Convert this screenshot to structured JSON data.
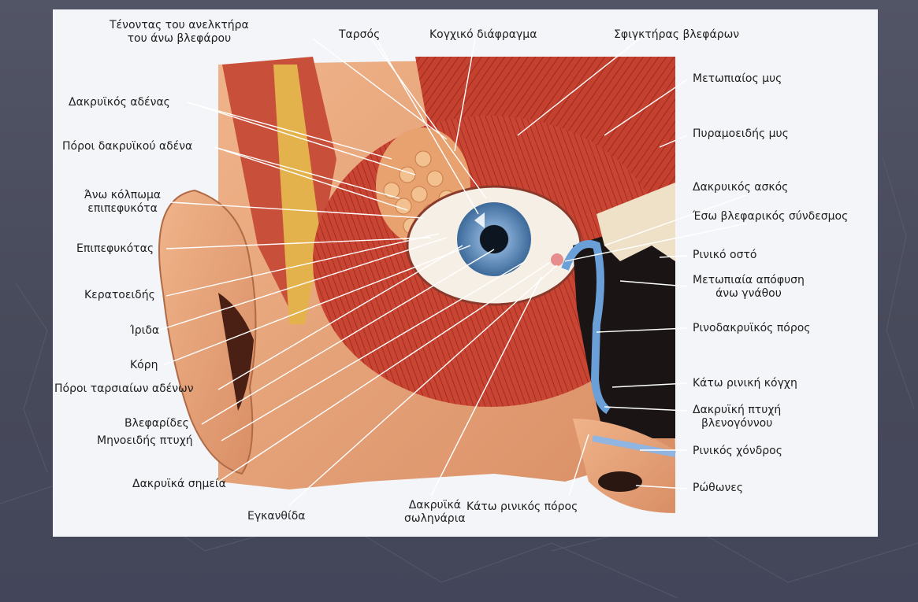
{
  "labels": {
    "tendon_levator": [
      "Τένοντας του ανελκτήρα",
      "του άνω βλεφάρου"
    ],
    "tarsus": "Ταρσός",
    "orbital_septum": "Κογχικό διάφραγμα",
    "orbicularis": "Σφιγκτήρας βλεφάρων",
    "frontalis": "Μετωπιαίος μυς",
    "procerus": "Πυραμοειδής μυς",
    "lacrimal_sac": "Δακρυικός ασκός",
    "medial_palpebral_ligament": "Έσω βλεφαρικός σύνδεσμος",
    "nasal_bone": "Ρινικό οστό",
    "frontal_process": [
      "Μετωπιαία απόφυση",
      "άνω γνάθου"
    ],
    "nasolacrimal_duct": "Ρινοδακρυϊκός πόρος",
    "inferior_concha": "Κάτω ρινική κόγχη",
    "lacrimal_fold": [
      "Δακρυϊκή πτυχή",
      "βλενογόννου"
    ],
    "nasal_cartilage": "Ρινικός χόνδρος",
    "nostrils": "Ρώθωνες",
    "inferior_meatus": "Κάτω ρινικός πόρος",
    "canaliculi": [
      "Δακρυϊκά",
      "σωληνάρια"
    ],
    "caruncle": "Εγκανθίδα",
    "puncta": "Δακρυϊκά σημεία",
    "semilunar_fold": "Μηνοειδής πτυχή",
    "eyelashes": "Βλεφαρίδες",
    "tarsal_gland_ducts": "Πόροι ταρσιαίων αδένων",
    "pupil": "Κόρη",
    "iris": "Ίριδα",
    "cornea": "Κερατοειδής",
    "conjunctiva": "Επιπεφυκότας",
    "upper_fornix": [
      "Άνω κόλπωμα",
      "επιπεφυκότα"
    ],
    "lacrimal_gland_ducts": "Πόροι δακρυϊκού αδένα",
    "lacrimal_gland": "Δακρυϊκός αδένας"
  },
  "colors": {
    "slide_background": "#4a4d5d",
    "figure_background": "#f4f5f8",
    "muscle": "#c0392b",
    "skin": "#e8a57d",
    "iris": "#5a86b5",
    "duct": "#6a9fd8"
  }
}
